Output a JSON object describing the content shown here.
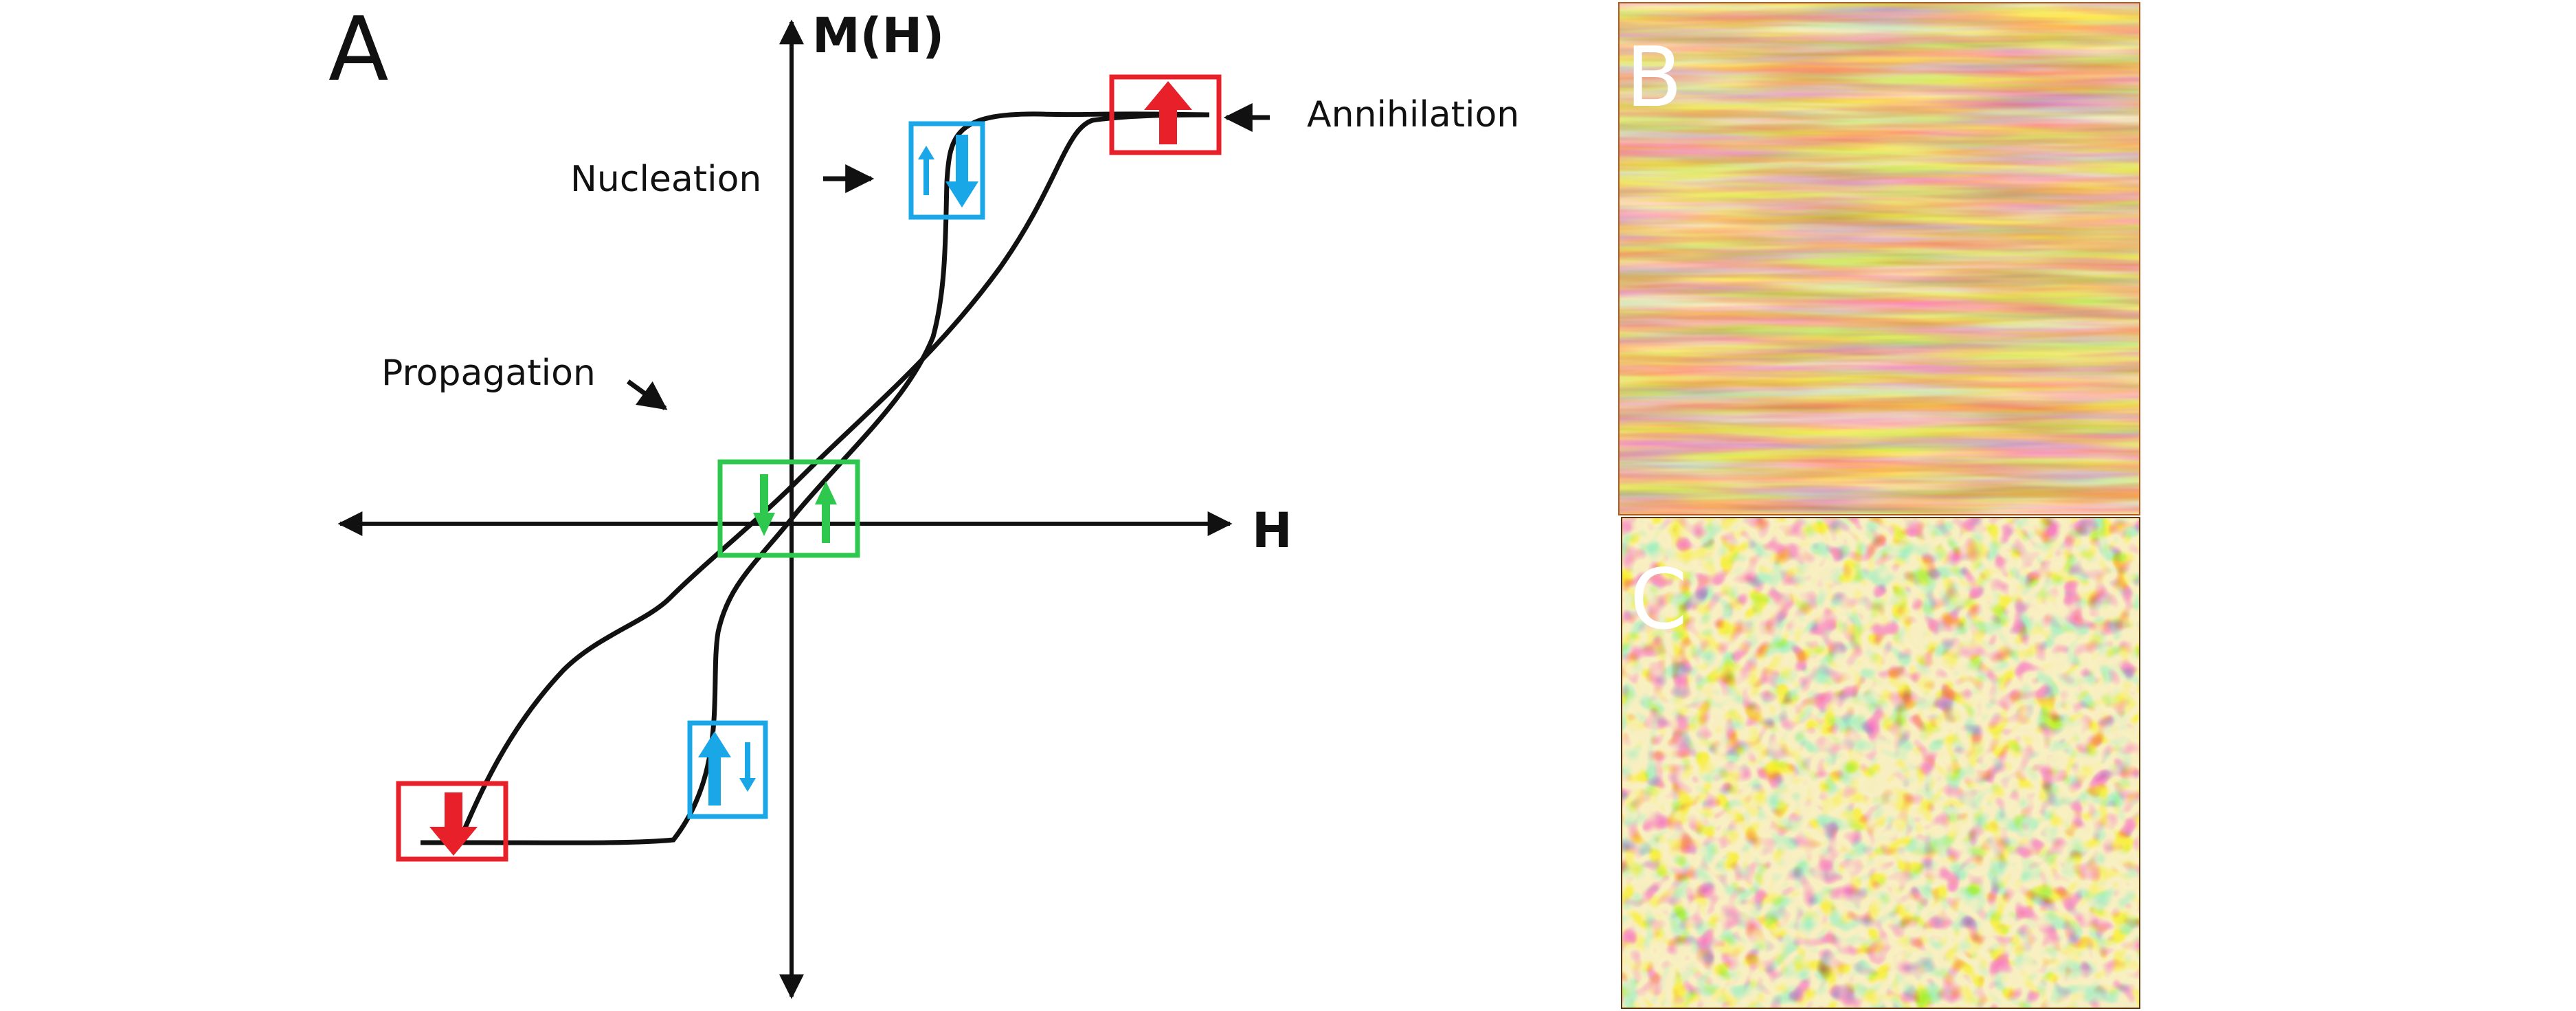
{
  "panels": {
    "a": {
      "letter": "A"
    },
    "b": {
      "letter": "B"
    },
    "c": {
      "letter": "C"
    }
  },
  "axes": {
    "y_label": "M(H)",
    "x_label": "H"
  },
  "annotations": {
    "nucleation": "Nucleation",
    "annihilation": "Annihilation",
    "propagation": "Propagation"
  },
  "colors": {
    "curve": "#111111",
    "saturation_box": "#e8202a",
    "nucleation_box": "#1aa7e8",
    "zero_box": "#2dc84d",
    "stripe_image_base": "#c8641e",
    "stripe_image_light": "#f6cf85",
    "maze_image_base": "#6b3d08",
    "maze_image_light": "#f0d98a"
  },
  "icons": {
    "saturation_up": "arrow-up-icon",
    "saturation_down": "arrow-down-icon",
    "nucleation_top": "small-up-large-down-icon",
    "nucleation_bottom": "large-up-small-down-icon",
    "zero_field": "down-up-domains-icon"
  },
  "images": {
    "b": "stripe-domain-micrograph",
    "c": "maze-domain-micrograph"
  }
}
